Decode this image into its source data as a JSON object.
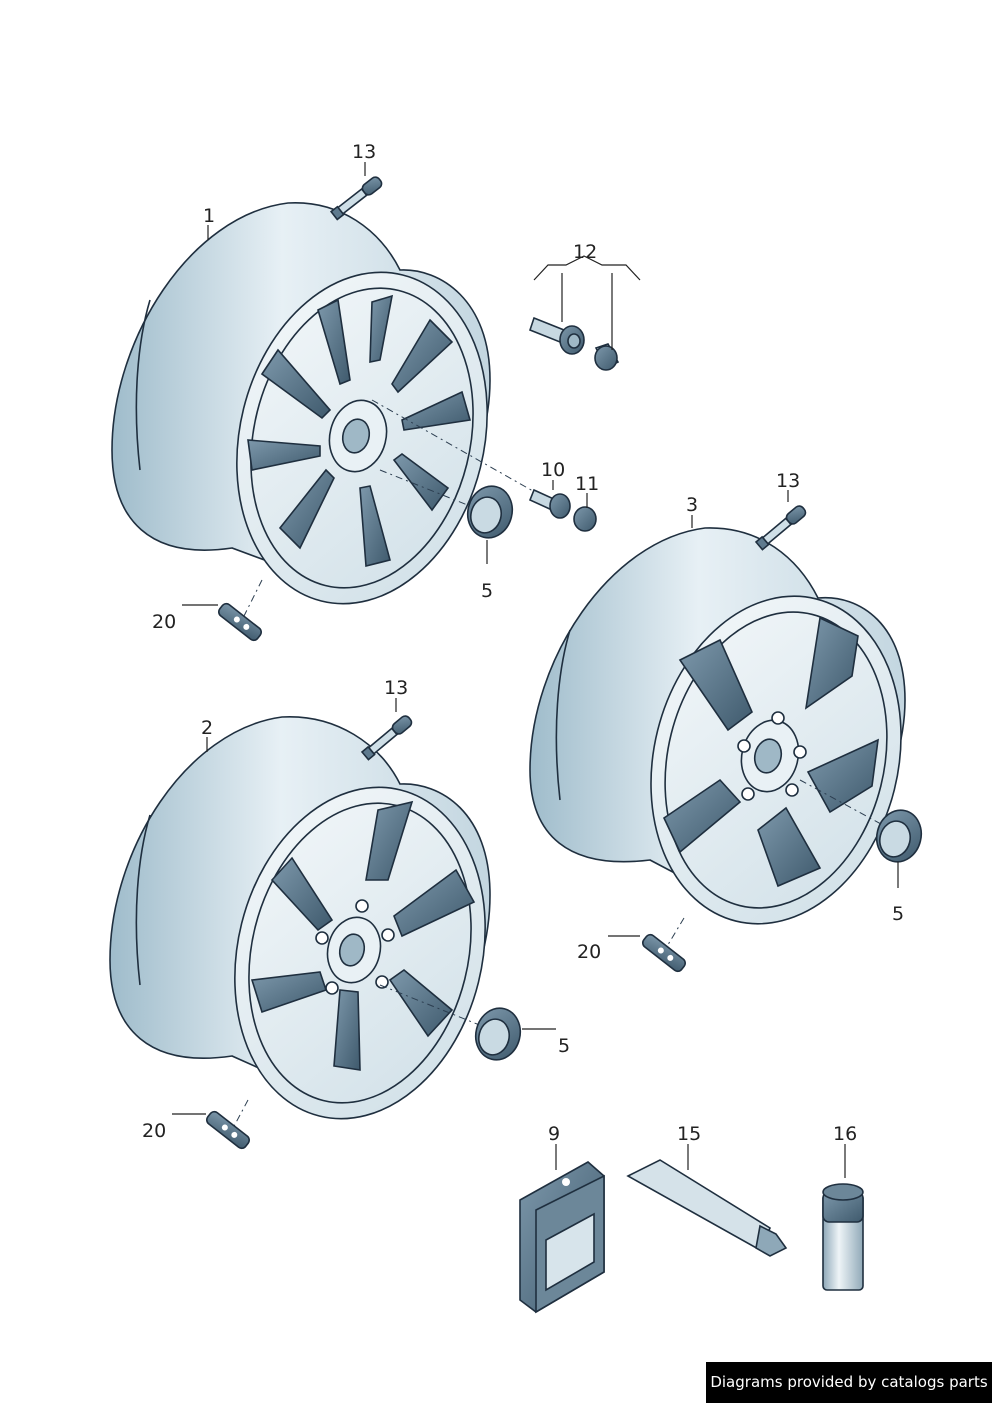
{
  "callouts": {
    "wheel_1": "1",
    "wheel_2": "2",
    "wheel_3": "3",
    "cap": "5",
    "tape": "9",
    "bolt": "10",
    "bolt_cap": "11",
    "lock_bolt_set": "12",
    "valve": "13",
    "paste": "15",
    "spray": "16",
    "sensor": "20"
  },
  "footer": {
    "credit": "Diagrams provided by catalogs parts"
  },
  "colors": {
    "ink": "#1f2f3f",
    "fill_light": "#dde9f0",
    "fill_mid": "#b9d0dc",
    "fill_dark": "#5e7a8e",
    "credit_bg": "#000000"
  }
}
